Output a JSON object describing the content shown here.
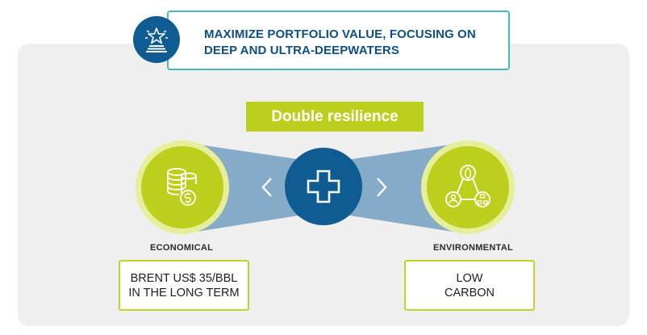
{
  "banner": {
    "text": "MAXIMIZE PORTFOLIO VALUE, FOCUSING ON DEEP AND ULTRA-DEEPWATERS",
    "icon": "star-podium-icon"
  },
  "center": {
    "title": "Double resilience",
    "icon": "plus-icon",
    "left_arrow_icon": "chevron-left-icon",
    "right_arrow_icon": "chevron-right-icon"
  },
  "left_pillar": {
    "icon": "coins-dollar-icon",
    "label": "ECONOMICAL",
    "box_text": "BRENT US$ 35/BBL\nIN THE LONG TERM"
  },
  "right_pillar": {
    "icon": "network-leaf-icon",
    "label": "ENVIRONMENTAL",
    "box_text": "LOW\nCARBON"
  },
  "colors": {
    "navy": "#0f5c93",
    "lime": "#bccf1d",
    "lime_light": "#e6ee9a",
    "steel_blue": "#7fa7c6",
    "teal_border": "#48b8b8",
    "panel_gray": "#efefef"
  }
}
